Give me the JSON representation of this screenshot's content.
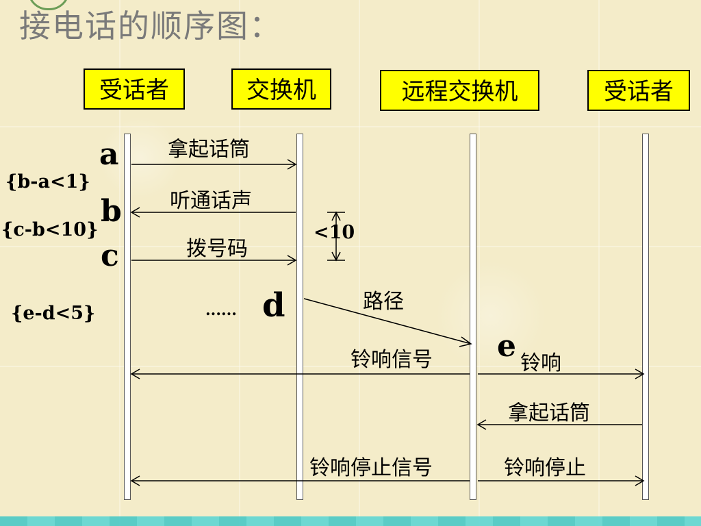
{
  "title": "接电话的顺序图：",
  "actors": [
    {
      "label": "受话者"
    },
    {
      "label": "交换机"
    },
    {
      "label": "远程交换机"
    },
    {
      "label": "受话者"
    }
  ],
  "messages": {
    "pick_up": "拿起话筒",
    "dial_tone": "听通话声",
    "dial": "拨号码",
    "route": "路径",
    "ring_signal": "铃响信号",
    "ring": "铃响",
    "answer": "拿起话筒",
    "ring_stop_signal": "铃响停止信号",
    "ring_stop": "铃响停止",
    "ellipsis": "......"
  },
  "marks": {
    "a": "a",
    "b": "b",
    "c": "c",
    "d": "d",
    "e": "e"
  },
  "constraints": {
    "ba": "{b-a<1}",
    "cb": "{c-b<10}",
    "ed": "{e-d<5}",
    "lt10": "<10"
  }
}
